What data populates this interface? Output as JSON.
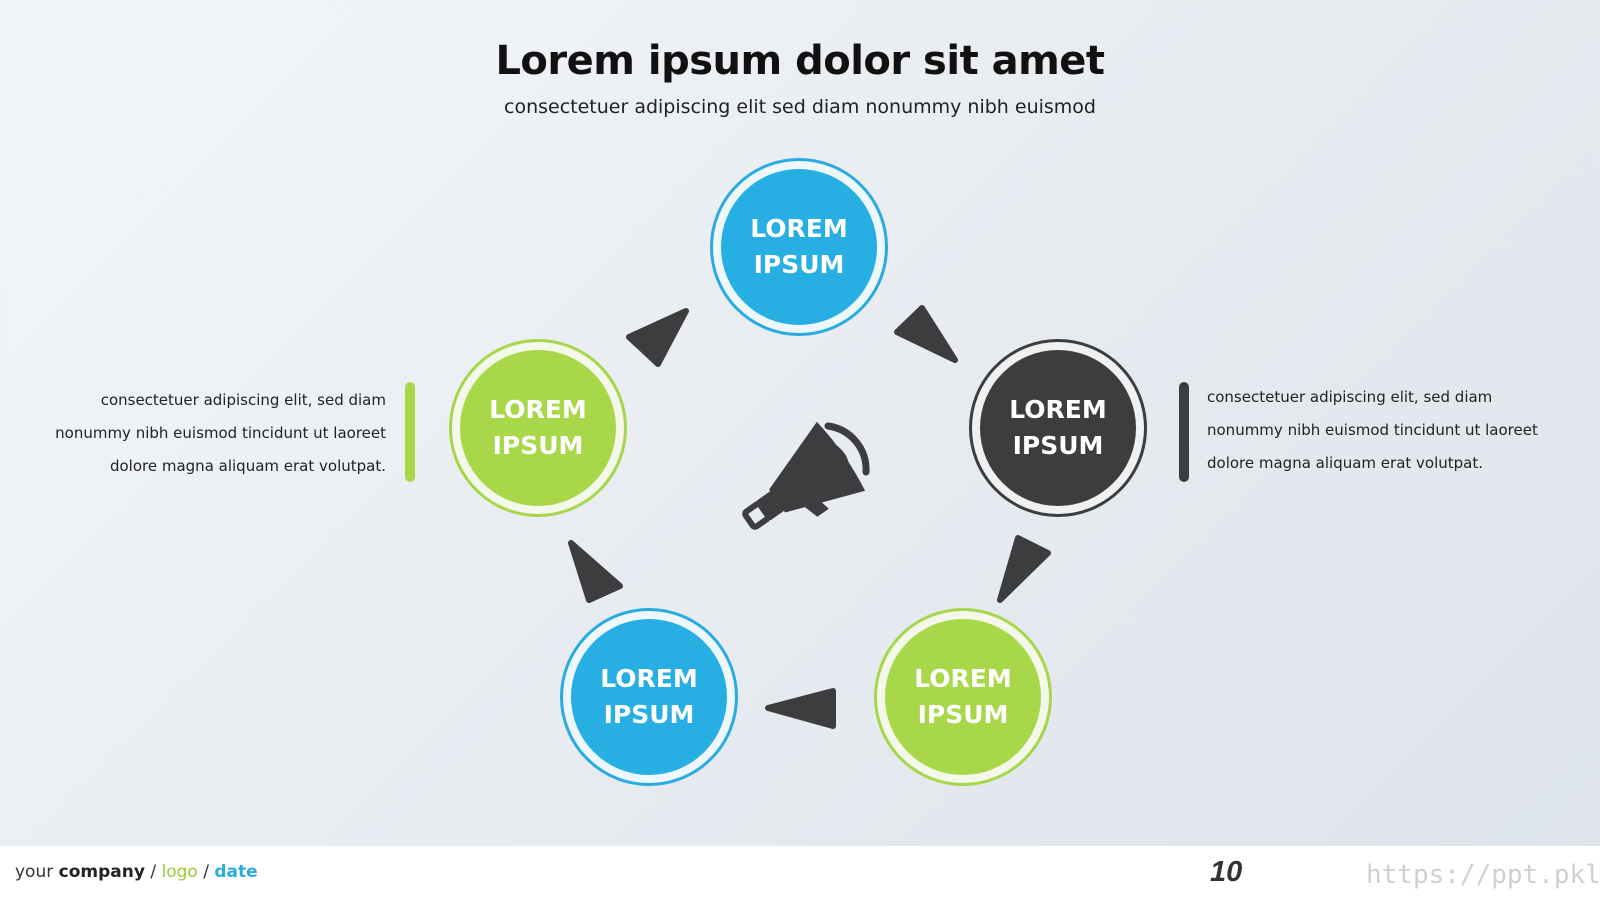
{
  "header": {
    "title": "Lorem ipsum dolor sit amet",
    "subtitle": "consectetuer adipiscing elit sed diam nonummy nibh euismod"
  },
  "nodes": [
    {
      "id": "top",
      "line1": "LOREM",
      "line2": "IPSUM",
      "color": "#27aee3"
    },
    {
      "id": "right",
      "line1": "LOREM",
      "line2": "IPSUM",
      "color": "#3d3d3f"
    },
    {
      "id": "bottom-right",
      "line1": "LOREM",
      "line2": "IPSUM",
      "color": "#a8d84a"
    },
    {
      "id": "bottom-left",
      "line1": "LOREM",
      "line2": "IPSUM",
      "color": "#27aee3"
    },
    {
      "id": "left",
      "line1": "LOREM",
      "line2": "IPSUM",
      "color": "#a8d84a"
    }
  ],
  "center_icon": "megaphone-icon",
  "arrow_icon": "triangle-arrow-icon",
  "left_text": {
    "lines": [
      "consectetuer adipiscing elit, sed diam",
      "nonummy nibh euismod tincidunt ut laoreet",
      "dolore magna aliquam erat volutpat."
    ],
    "accent": "#a8d84a"
  },
  "right_text": {
    "lines": [
      "consectetuer adipiscing elit, sed diam",
      "nonummy nibh euismod tincidunt ut laoreet",
      "dolore magna aliquam erat volutpat."
    ],
    "accent": "#3d3d3f"
  },
  "footer": {
    "your": "your",
    "company": "company",
    "sep1": "/",
    "logo": "logo",
    "sep2": "/",
    "date": "date",
    "page_number": "10",
    "watermark": "https://ppt.pkll.de"
  }
}
